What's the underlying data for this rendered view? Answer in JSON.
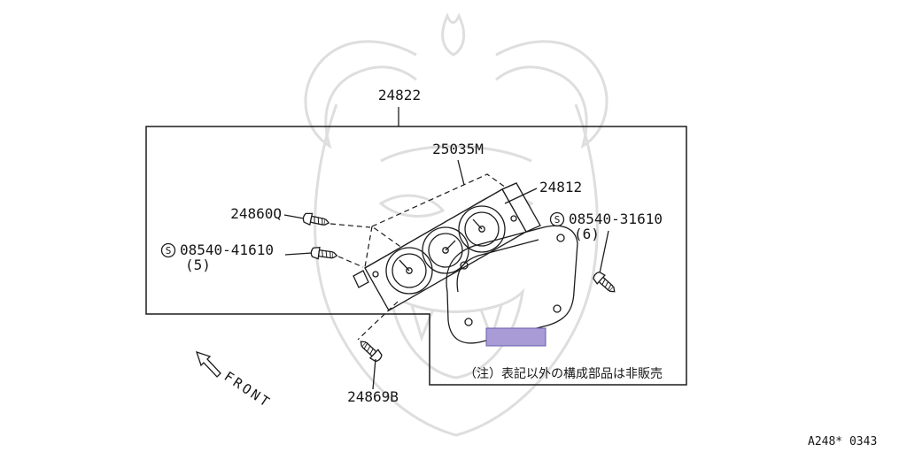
{
  "page": {
    "doc_code": "A248* 0343",
    "note": "（注）表記以外の構成部品は非販売",
    "front_label": "FRONT"
  },
  "parts": {
    "assembly": {
      "number": "24822"
    },
    "housing": {
      "number": "25035M"
    },
    "lens": {
      "number": "24812"
    },
    "screw_a": {
      "number": "24860Q"
    },
    "screw_b": {
      "number": "08540-41610",
      "qty": "(5)",
      "symbol": "S"
    },
    "screw_c": {
      "number": "08540-31610",
      "qty": "(6)",
      "symbol": "S"
    },
    "screw_d": {
      "number": "24869B"
    }
  },
  "colors": {
    "highlight_fill": "#a89bd6",
    "highlight_stroke": "#6a5cae",
    "line": "#1c1c1c",
    "watermark": "#dedede",
    "background": "#ffffff"
  }
}
